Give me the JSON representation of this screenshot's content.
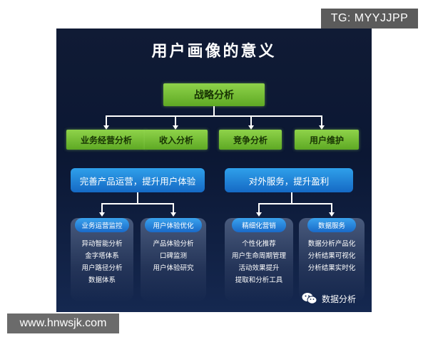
{
  "watermark_top": "TG: MYYJJPP",
  "watermark_bottom": "www.hnwsjk.com",
  "diagram": {
    "title": "用户画像的意义",
    "root": "战略分析",
    "level1": [
      "业务经营分析",
      "收入分析",
      "竞争分析",
      "用户维护"
    ],
    "groups": [
      {
        "label": "完善产品运营，提升用户体验",
        "pills": [
          {
            "label": "业务运营监控",
            "items": [
              "异动智能分析",
              "金字塔体系",
              "用户路径分析",
              "数据体系"
            ]
          },
          {
            "label": "用户体验优化",
            "items": [
              "产品体验分析",
              "口碑监测",
              "用户体验研究"
            ]
          }
        ]
      },
      {
        "label": "对外服务，提升盈利",
        "pills": [
          {
            "label": "精细化营销",
            "items": [
              "个性化推荐",
              "用户生命周期管理",
              "活动效果提升",
              "提取和分析工具"
            ]
          },
          {
            "label": "数据服务",
            "items": [
              "数据分析产品化",
              "分析结果可视化",
              "分析结果实时化"
            ]
          }
        ]
      }
    ],
    "brand": "数据分析",
    "brand_icon": "wechat-icon"
  },
  "colors": {
    "green": "#7bc23a",
    "blue": "#1f7fd8",
    "panel": "#0f1a33"
  }
}
